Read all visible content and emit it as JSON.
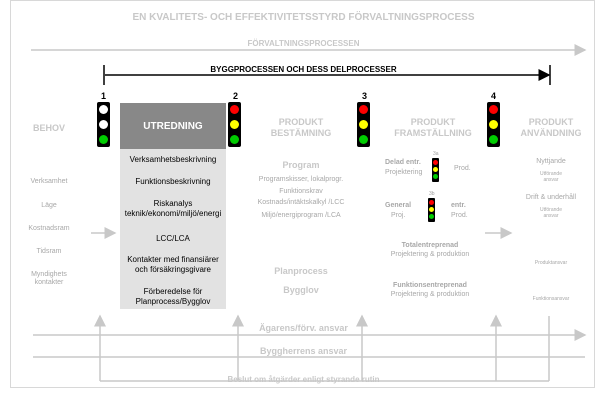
{
  "title": "EN KVALITETS- OCH EFFEKTIVITETSSTYRD FÖRVALTNINGSPROCESS",
  "management_process": "FÖRVALTNINGSPROCESSEN",
  "building_process": "BYGGPROCESSEN OCH DESS DELPROCESSER",
  "phases": {
    "behov": "BEHOV",
    "utredning": "UTREDNING",
    "produkt_bestamning": [
      "PRODUKT",
      "BESTÄMNING"
    ],
    "produkt_framstallning": [
      "PRODUKT",
      "FRAMSTÄLLNING"
    ],
    "produkt_anvandning": [
      "PRODUKT",
      "ANVÄNDNING"
    ]
  },
  "gate_numbers": [
    "1",
    "2",
    "3",
    "4"
  ],
  "behov_items": [
    "Verksamhet",
    "Läge",
    "Kostnadsram",
    "Tidsram",
    "Myndighets",
    "kontakter"
  ],
  "utredning_items": [
    "Verksamhetsbeskrivning",
    "Funktionsbeskrivning",
    "Riskanalys",
    "teknik/ekonomi/miljö/energi",
    "LCC/LCA",
    "Kontakter med finansiärer",
    "och försäkringsgivare",
    "Förberedelse för",
    "Planprocess/Bygglov"
  ],
  "program": {
    "heading": "Program",
    "items": [
      "Programskisser, lokalprogr.",
      "Funktionskrav",
      "Kostnads/intäktskalkyl /LCC",
      "Miljö/energiprogram /LCA"
    ],
    "planprocess": "Planprocess",
    "bygglov": "Bygglov"
  },
  "framstallning": {
    "sub_a": "3a",
    "sub_b": "3b",
    "delad_entr": "Delad entr.",
    "projektering": "Projektering",
    "prod": "Prod.",
    "general": "General",
    "proj": "Proj.",
    "entr": "entr.",
    "prod2": "Prod.",
    "totalentreprenad": "Totalentreprenad",
    "totalentreprenad_sub": "Projektering & produktion",
    "funktionsentreprenad": "Funktionsentreprenad",
    "funktionsentreprenad_sub": "Projektering & produktion"
  },
  "anvandning_items": {
    "nyttjande": "Nyttjande",
    "utforande_ansvar_1": [
      "Utförande",
      "ansvar"
    ],
    "drift": "Drift & underhåll",
    "utforande_ansvar_2": [
      "Utförande",
      "ansvar"
    ],
    "produktansvar": "Produktansvar",
    "funktionsansvar": "Funktionsansvar"
  },
  "bottom": {
    "agarens_ansvar": "Ägarens/förv. ansvar",
    "byggherrens_ansvar": "Byggherrens ansvar",
    "beslut": "Beslut om åtgärder enligt styrande rutin"
  },
  "colors": {
    "red": "#ff0000",
    "yellow": "#ffff00",
    "green": "#00cc00",
    "white_lamp": "#ffffff",
    "light_text": "#c8c8c8",
    "head_box": "#888888",
    "body_box": "#e2e2e2"
  }
}
